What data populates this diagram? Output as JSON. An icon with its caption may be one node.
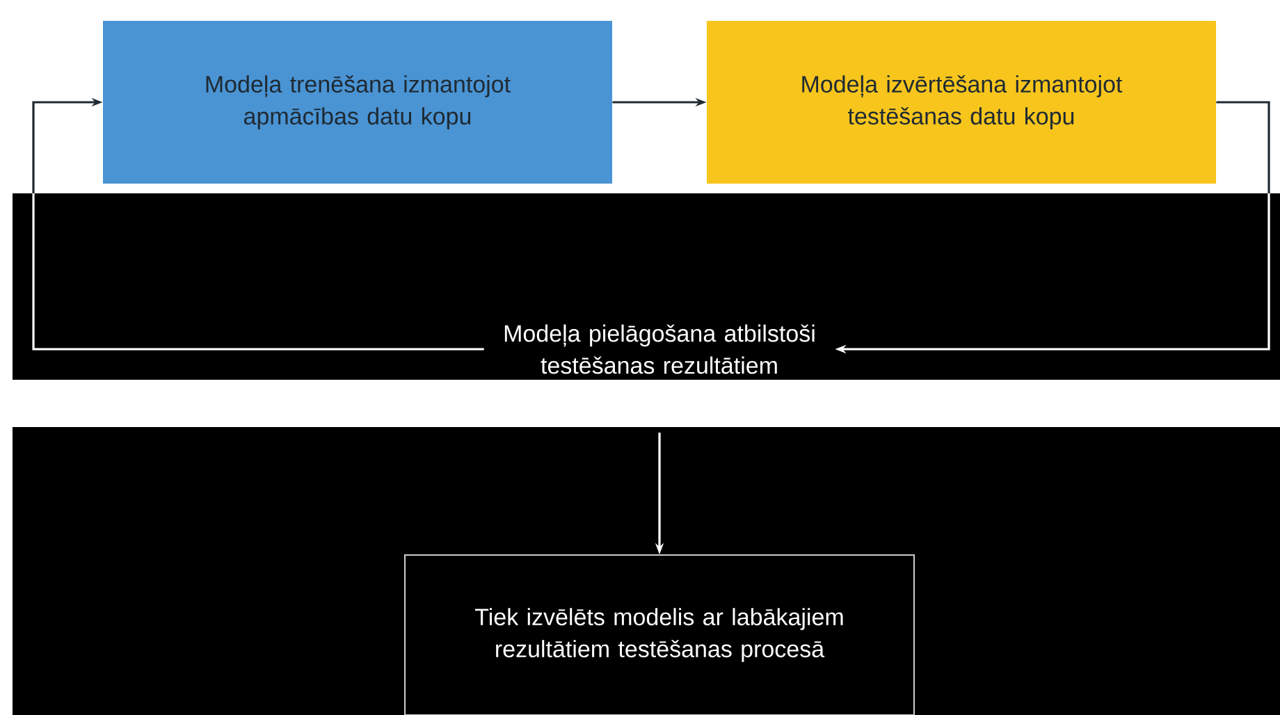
{
  "diagram": {
    "nodes": [
      {
        "text": [
          "Modeļa trenēšana izmantojot apmācības datu kopu"
        ]
      },
      {
        "text": [
          "Modeļa izvērtēšana izmantojot testēšanas datu kopu"
        ]
      },
      {
        "text": [
          "Modeļa pielāgošana atbilstoši testēšanas rezultātiem"
        ]
      },
      {
        "text": [
          "Tiek izvēlēts modelis ar labākajiem rezultātiem testēšanas procesā"
        ]
      }
    ],
    "edges": [
      {
        "from": 0,
        "to": 1,
        "arrow": "to"
      },
      {
        "from": 1,
        "to": 2,
        "arrow": "to"
      },
      {
        "from": 2,
        "to": 0,
        "arrow": "to"
      },
      {
        "from": null,
        "to": 3,
        "arrow": "to"
      }
    ]
  }
}
